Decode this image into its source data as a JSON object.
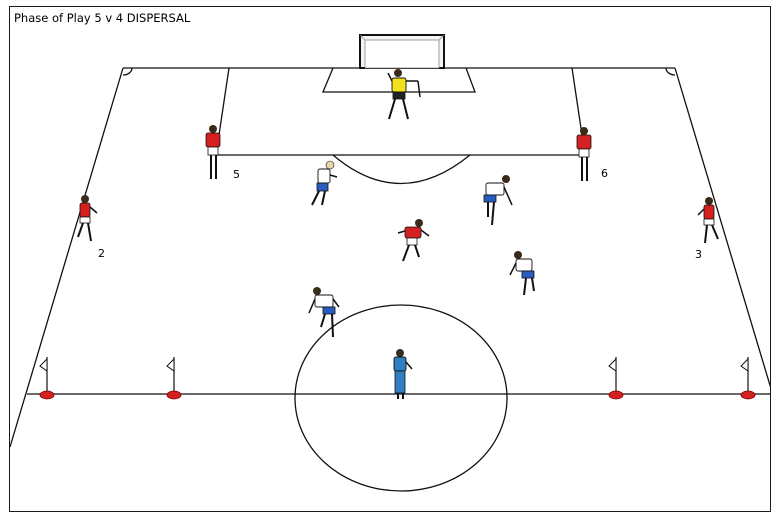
{
  "diagram": {
    "title": "Phase of Play 5 v 4 DISPERSAL",
    "colors": {
      "line": "#111111",
      "red_team": "#d42020",
      "white_team": "#ffffff",
      "blue_shorts": "#2a5bbf",
      "keeper": "#f2e21c",
      "coach": "#2f7fc1",
      "cone": "#d42020"
    },
    "players": [
      {
        "id": "red-2",
        "team": "red",
        "label": "2"
      },
      {
        "id": "red-5",
        "team": "red",
        "label": "5"
      },
      {
        "id": "red-6",
        "team": "red",
        "label": "6"
      },
      {
        "id": "red-3",
        "team": "red",
        "label": "3"
      },
      {
        "id": "red-center",
        "team": "red",
        "label": ""
      },
      {
        "id": "white-1",
        "team": "white",
        "label": ""
      },
      {
        "id": "white-2",
        "team": "white",
        "label": ""
      },
      {
        "id": "white-3",
        "team": "white",
        "label": ""
      },
      {
        "id": "white-4",
        "team": "white",
        "label": ""
      },
      {
        "id": "goalkeeper",
        "team": "keeper",
        "label": ""
      },
      {
        "id": "coach",
        "team": "coach",
        "label": ""
      }
    ]
  }
}
